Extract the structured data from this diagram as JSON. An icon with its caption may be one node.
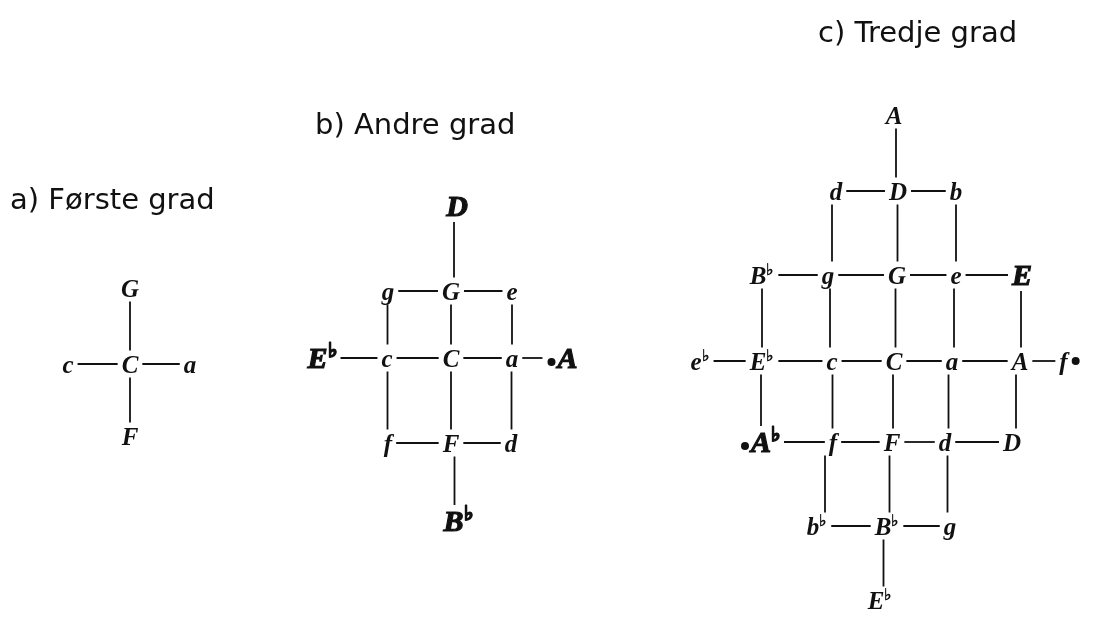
{
  "diagram": {
    "nodes": [
      {
        "text": [
          "G"
        ]
      },
      {
        "text": [
          "c"
        ]
      },
      {
        "text": [
          "C"
        ]
      },
      {
        "text": [
          "a"
        ]
      },
      {
        "text": [
          "F"
        ]
      },
      {
        "text": [
          "D"
        ]
      },
      {
        "text": [
          "g"
        ]
      },
      {
        "text": [
          "G"
        ]
      },
      {
        "text": [
          "e"
        ]
      },
      {
        "text": [
          "E$^{♭}$"
        ]
      },
      {
        "text": [
          "c"
        ]
      },
      {
        "text": [
          "C"
        ]
      },
      {
        "text": [
          "a"
        ]
      },
      {
        "text": [
          "A"
        ]
      },
      {
        "text": [
          "f"
        ]
      },
      {
        "text": [
          "F"
        ]
      },
      {
        "text": [
          "d"
        ]
      },
      {
        "text": [
          "B$^{♭}$"
        ]
      },
      {
        "text": [
          "A"
        ]
      },
      {
        "text": [
          "d"
        ]
      },
      {
        "text": [
          "D"
        ]
      },
      {
        "text": [
          "b"
        ]
      },
      {
        "text": [
          "B$^{♭}$"
        ]
      },
      {
        "text": [
          "g"
        ]
      },
      {
        "text": [
          "G"
        ]
      },
      {
        "text": [
          "e"
        ]
      },
      {
        "text": [
          "E"
        ]
      },
      {
        "text": [
          "e$^{♭}$"
        ]
      },
      {
        "text": [
          "E$^{♭}$"
        ]
      },
      {
        "text": [
          "c"
        ]
      },
      {
        "text": [
          "C"
        ]
      },
      {
        "text": [
          "a"
        ]
      },
      {
        "text": [
          "A"
        ]
      },
      {
        "text": [
          "f"
        ]
      },
      {
        "text": [
          "A$^{♭}$"
        ]
      },
      {
        "text": [
          "f"
        ]
      },
      {
        "text": [
          "F"
        ]
      },
      {
        "text": [
          "d"
        ]
      },
      {
        "text": [
          "D"
        ]
      },
      {
        "text": [
          "b$^{♭}$"
        ]
      },
      {
        "text": [
          "B$^{♭}$"
        ]
      },
      {
        "text": [
          "g"
        ]
      },
      {
        "text": [
          "E$^{♭}$"
        ]
      }
    ],
    "edges": [
      {
        "from": 0,
        "to": 2,
        "arrow": "none"
      },
      {
        "from": 1,
        "to": 2,
        "arrow": "none"
      },
      {
        "from": 2,
        "to": 3,
        "arrow": "none"
      },
      {
        "from": 2,
        "to": 4,
        "arrow": "none"
      },
      {
        "from": 5,
        "to": 7,
        "arrow": "none"
      },
      {
        "from": 6,
        "to": 7,
        "arrow": "none"
      },
      {
        "from": 7,
        "to": 8,
        "arrow": "none"
      },
      {
        "from": 6,
        "to": 10,
        "arrow": "none"
      },
      {
        "from": 7,
        "to": 11,
        "arrow": "none"
      },
      {
        "from": 8,
        "to": 12,
        "arrow": "none"
      },
      {
        "from": 9,
        "to": 10,
        "arrow": "none"
      },
      {
        "from": 10,
        "to": 11,
        "arrow": "none"
      },
      {
        "from": 11,
        "to": 12,
        "arrow": "none"
      },
      {
        "from": 12,
        "to": 13,
        "arrow": "none"
      },
      {
        "from": 10,
        "to": 14,
        "arrow": "none"
      },
      {
        "from": 11,
        "to": 15,
        "arrow": "none"
      },
      {
        "from": 12,
        "to": 16,
        "arrow": "none"
      },
      {
        "from": 14,
        "to": 15,
        "arrow": "none"
      },
      {
        "from": 15,
        "to": 16,
        "arrow": "none"
      },
      {
        "from": 15,
        "to": 17,
        "arrow": "none"
      },
      {
        "from": 18,
        "to": 20,
        "arrow": "none"
      },
      {
        "from": 19,
        "to": 20,
        "arrow": "none"
      },
      {
        "from": 20,
        "to": 21,
        "arrow": "none"
      },
      {
        "from": 19,
        "to": 23,
        "arrow": "none"
      },
      {
        "from": 20,
        "to": 24,
        "arrow": "none"
      },
      {
        "from": 21,
        "to": 25,
        "arrow": "none"
      },
      {
        "from": 22,
        "to": 23,
        "arrow": "none"
      },
      {
        "from": 23,
        "to": 24,
        "arrow": "none"
      },
      {
        "from": 24,
        "to": 25,
        "arrow": "none"
      },
      {
        "from": 25,
        "to": 26,
        "arrow": "none"
      },
      {
        "from": 22,
        "to": 28,
        "arrow": "none"
      },
      {
        "from": 23,
        "to": 29,
        "arrow": "none"
      },
      {
        "from": 24,
        "to": 30,
        "arrow": "none"
      },
      {
        "from": 25,
        "to": 31,
        "arrow": "none"
      },
      {
        "from": 26,
        "to": 32,
        "arrow": "none"
      },
      {
        "from": 27,
        "to": 28,
        "arrow": "none"
      },
      {
        "from": 28,
        "to": 29,
        "arrow": "none"
      },
      {
        "from": 29,
        "to": 30,
        "arrow": "none"
      },
      {
        "from": 30,
        "to": 31,
        "arrow": "none"
      },
      {
        "from": 31,
        "to": 32,
        "arrow": "none"
      },
      {
        "from": 32,
        "to": 33,
        "arrow": "none"
      },
      {
        "from": 28,
        "to": 34,
        "arrow": "none"
      },
      {
        "from": 29,
        "to": 35,
        "arrow": "none"
      },
      {
        "from": 30,
        "to": 36,
        "arrow": "none"
      },
      {
        "from": 31,
        "to": 37,
        "arrow": "none"
      },
      {
        "from": 32,
        "to": 38,
        "arrow": "none"
      },
      {
        "from": 34,
        "to": 35,
        "arrow": "none"
      },
      {
        "from": 35,
        "to": 36,
        "arrow": "none"
      },
      {
        "from": 36,
        "to": 37,
        "arrow": "none"
      },
      {
        "from": 37,
        "to": 38,
        "arrow": "none"
      },
      {
        "from": 35,
        "to": 39,
        "arrow": "none"
      },
      {
        "from": 36,
        "to": 40,
        "arrow": "none"
      },
      {
        "from": 37,
        "to": 41,
        "arrow": "none"
      },
      {
        "from": 39,
        "to": 40,
        "arrow": "none"
      },
      {
        "from": 40,
        "to": 41,
        "arrow": "none"
      },
      {
        "from": 40,
        "to": 42,
        "arrow": "none"
      }
    ],
    "labels": [
      "c) Tredje grad",
      "b) Andre grad",
      "a) Første grad"
    ]
  }
}
